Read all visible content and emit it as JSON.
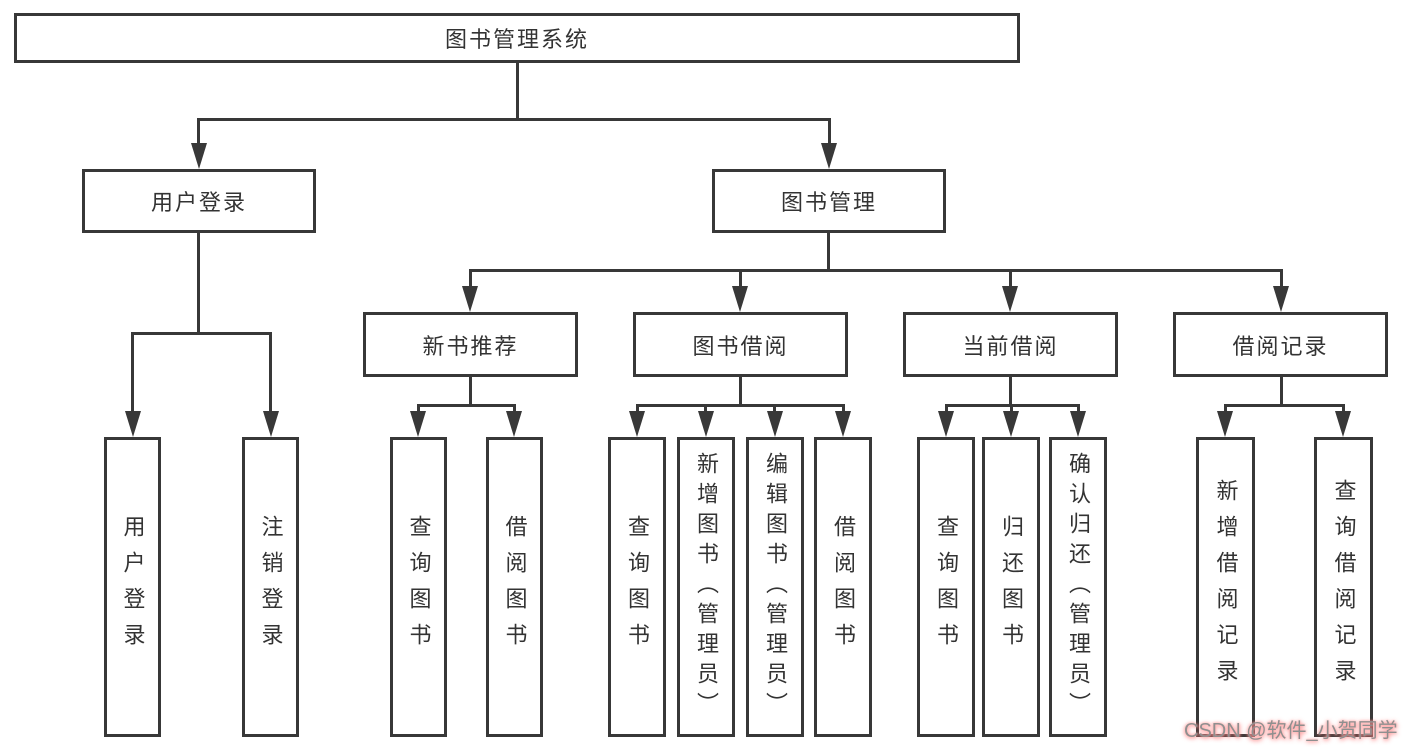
{
  "diagram": {
    "root": {
      "label": "图书管理系统"
    },
    "level2": [
      {
        "label": "用户登录"
      },
      {
        "label": "图书管理"
      }
    ],
    "level3": [
      {
        "label": "新书推荐"
      },
      {
        "label": "图书借阅"
      },
      {
        "label": "当前借阅"
      },
      {
        "label": "借阅记录"
      }
    ],
    "leaves": [
      {
        "label": "用户登录"
      },
      {
        "label": "注销登录"
      },
      {
        "label": "查询图书"
      },
      {
        "label": "借阅图书"
      },
      {
        "label": "查询图书"
      },
      {
        "label": "新增图书（管理员）"
      },
      {
        "label": "编辑图书（管理员）"
      },
      {
        "label": "借阅图书"
      },
      {
        "label": "查询图书"
      },
      {
        "label": "归还图书"
      },
      {
        "label": "确认归还（管理员）"
      },
      {
        "label": "新增借阅记录"
      },
      {
        "label": "查询借阅记录"
      }
    ]
  },
  "watermark": {
    "text": "CSDN @软件_小贺同学"
  },
  "colors": {
    "line": "#383838",
    "text": "#333333",
    "background": "#ffffff",
    "watermark_gray": "#8f8f8f",
    "watermark_glow": "#ff8f8f"
  }
}
